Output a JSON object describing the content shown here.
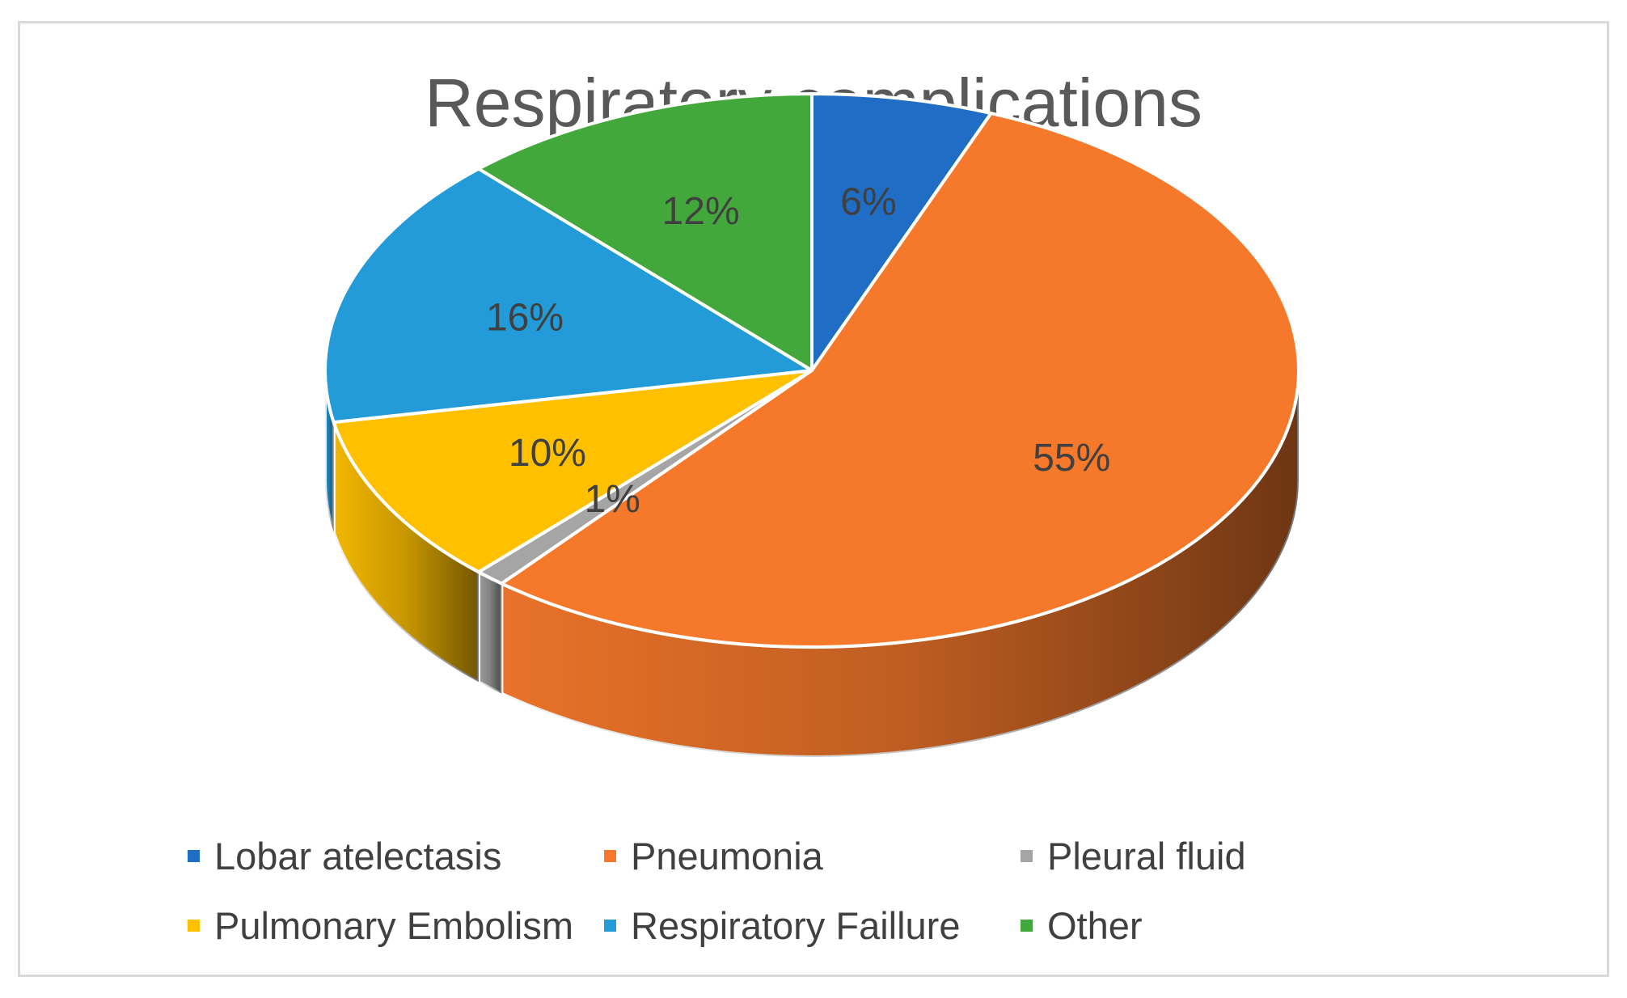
{
  "chart_data": {
    "type": "pie",
    "title": "Respiratory complications",
    "categories": [
      "Lobar atelectasis",
      "Pneumonia",
      "Pleural fluid",
      "Pulmonary Embolism",
      "Respiratory Faillure",
      "Other"
    ],
    "values": [
      6,
      55,
      1,
      10,
      16,
      12
    ],
    "labels": [
      "6%",
      "55%",
      "1%",
      "10%",
      "16%",
      "12%"
    ],
    "unit": "%",
    "colors": [
      "#1F6DC4",
      "#F5782B",
      "#A5A5A5",
      "#FFC000",
      "#229BD8",
      "#43A83C"
    ],
    "style": "3d",
    "legend_position": "bottom"
  }
}
